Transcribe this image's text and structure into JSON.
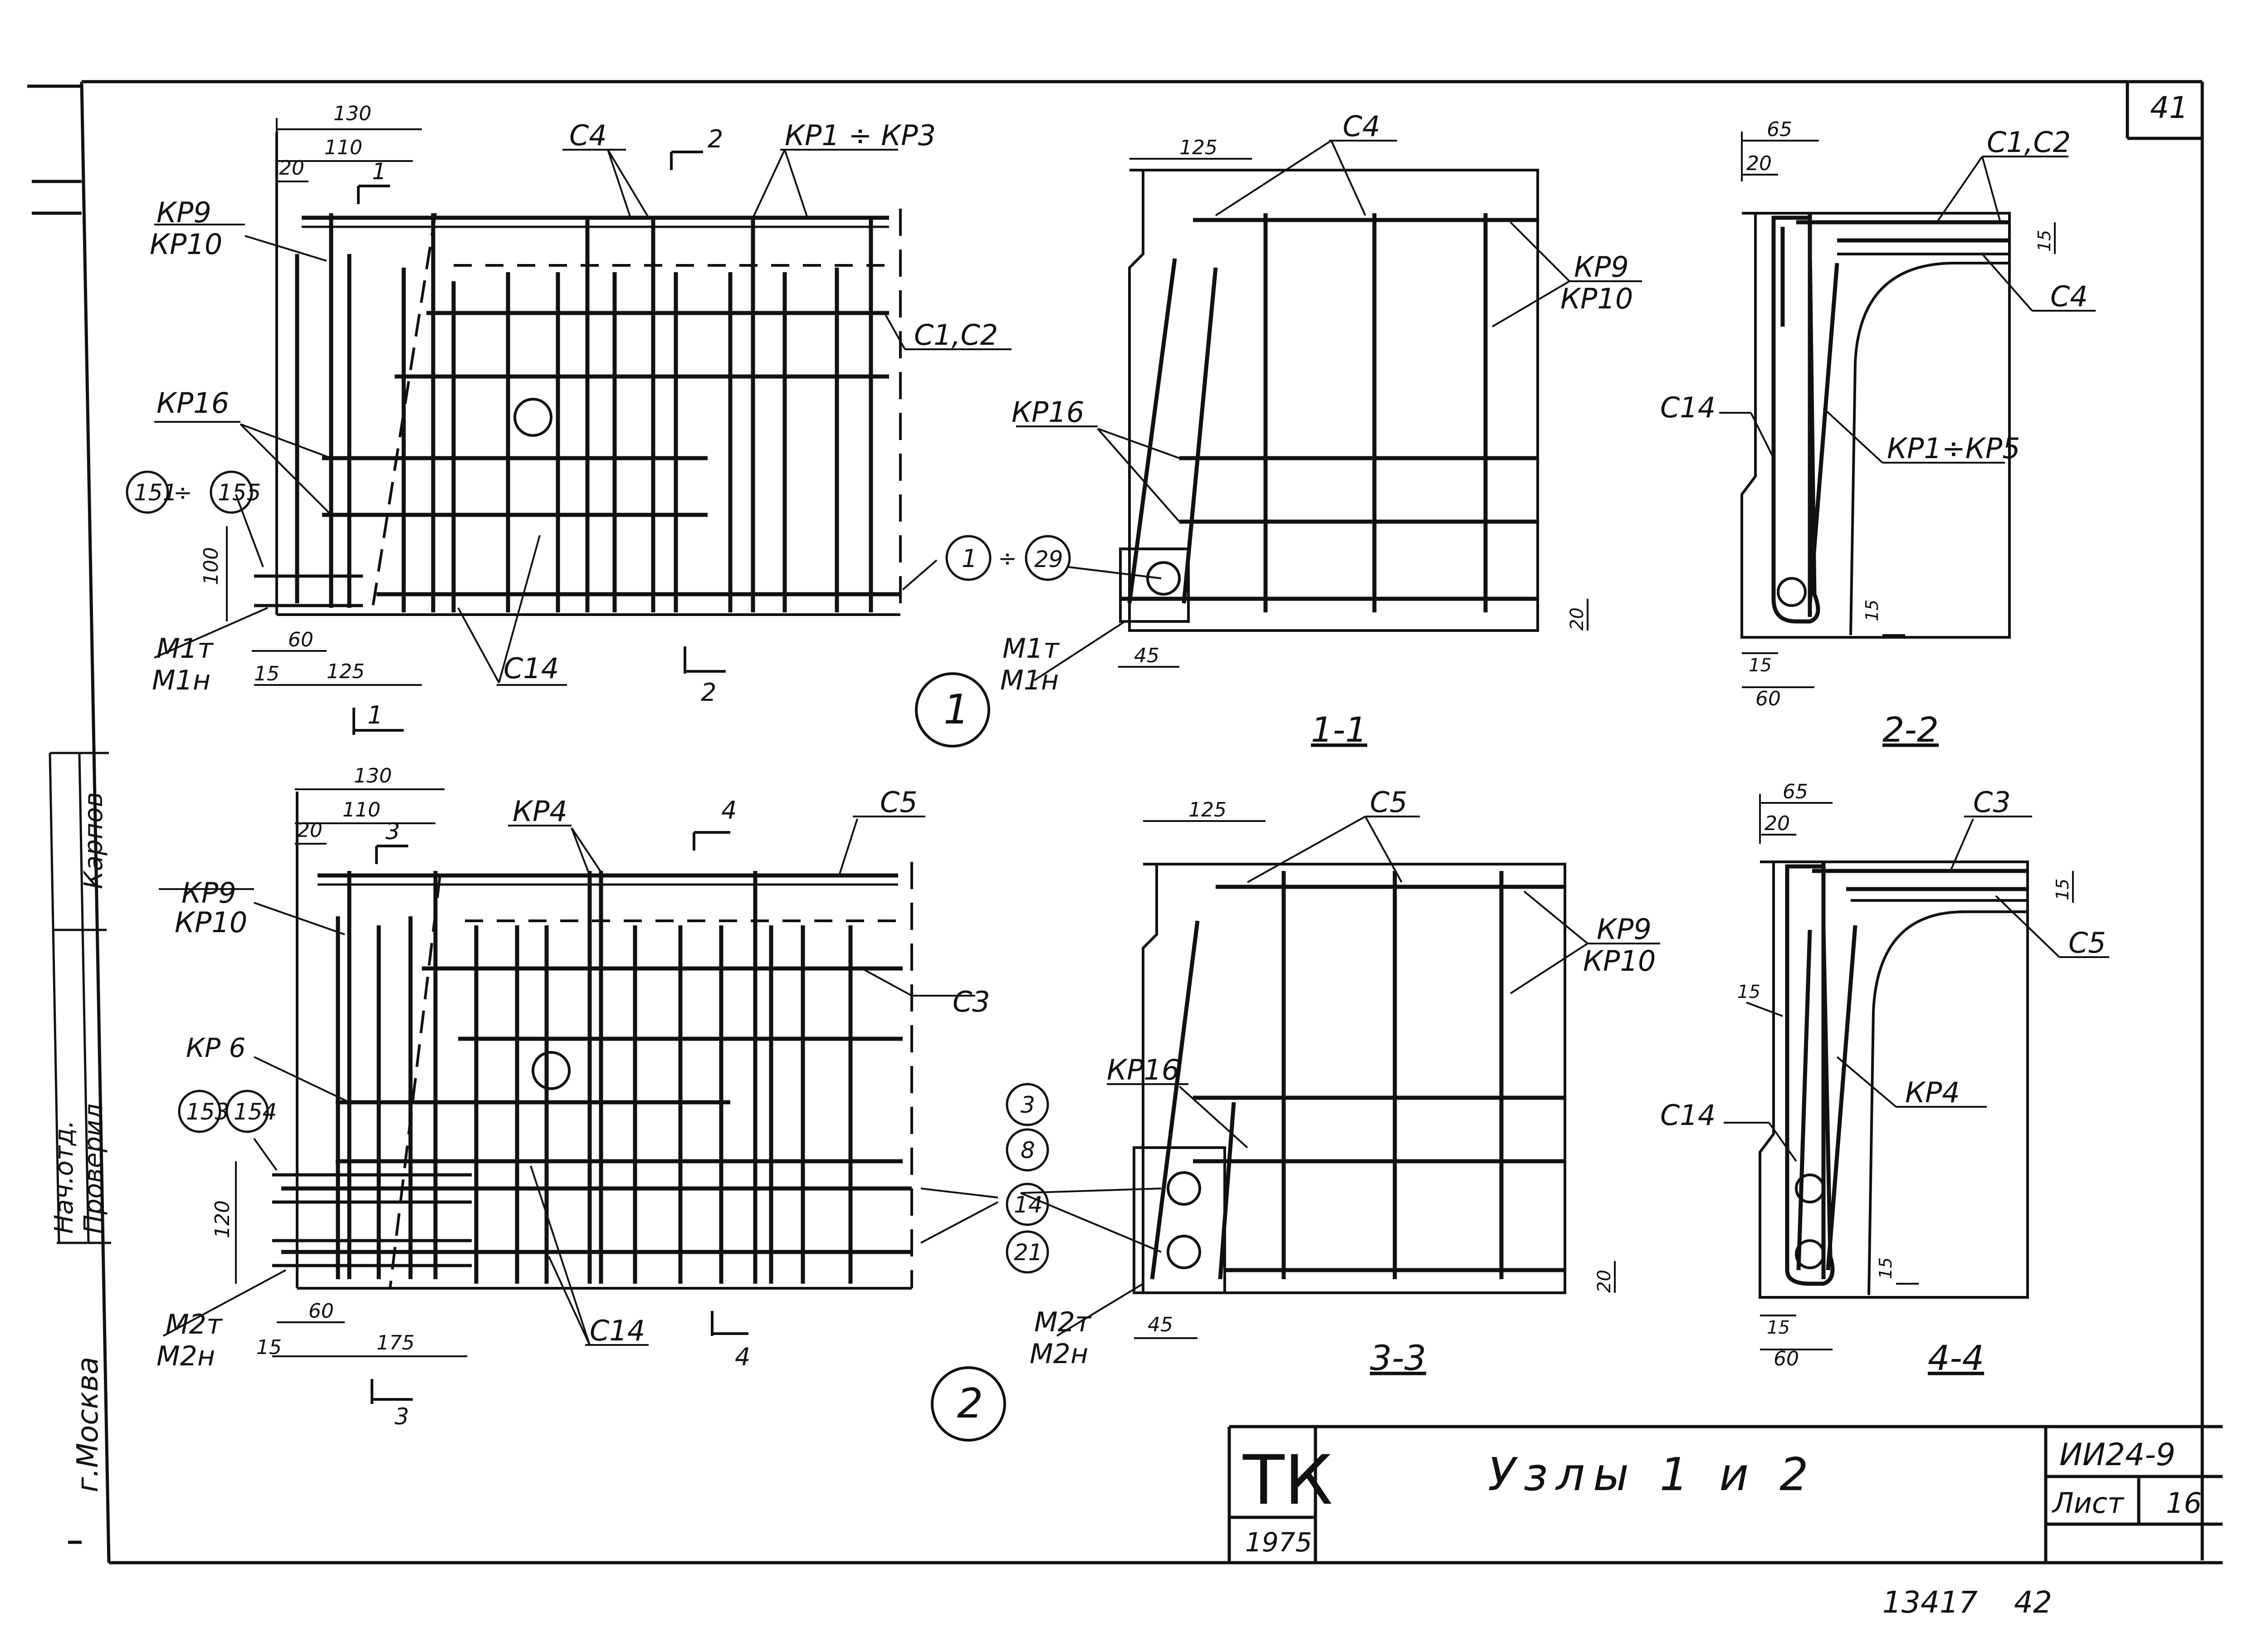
{
  "sheet": {
    "corner_number": "41",
    "stamp": {
      "tk": "ТК",
      "year": "1975"
    },
    "title": "Узлы 1 и 2",
    "code": "ИИ24-9",
    "sheet_label": "Лист",
    "sheet_number": "16",
    "archive_number": "13417",
    "archive_page": "42",
    "city": "г.Москва",
    "left_block": [
      "Проверил",
      "Нач.отд.",
      "Карпов"
    ]
  },
  "node1": {
    "node_number": "1",
    "dims": {
      "d130": "130",
      "d110": "110",
      "d20": "20",
      "d100": "100",
      "d60": "60",
      "d125": "125",
      "d15": "15"
    },
    "labels": {
      "kp9": "КР9",
      "kp10": "КР10",
      "c4": "С4",
      "kp1kp3": "КР1 ÷ КР3",
      "c1c2": "С1,С2",
      "kp16": "КР16",
      "c14": "С14",
      "m1t": "М1т",
      "m1n": "М1н"
    },
    "circles": [
      "151",
      "155",
      "1",
      "29"
    ],
    "cuts": {
      "c1": "1",
      "c2": "2"
    }
  },
  "section11": {
    "title": "1-1",
    "dims": {
      "d125": "125",
      "d45": "45",
      "d20": "20"
    },
    "labels": {
      "c4": "С4",
      "kp9": "КР9",
      "kp10": "КР10",
      "kp16": "КР16",
      "m1t": "М1т",
      "m1n": "М1н"
    }
  },
  "section22": {
    "title": "2-2",
    "dims": {
      "d65": "65",
      "d20": "20",
      "d15a": "15",
      "d15b": "15",
      "d15c": "15",
      "d60": "60"
    },
    "labels": {
      "c1c2": "С1,С2",
      "c4": "С4",
      "c14": "С14",
      "kp1kp5": "КР1÷КР5"
    }
  },
  "node2": {
    "node_number": "2",
    "dims": {
      "d130": "130",
      "d110": "110",
      "d20": "20",
      "d120": "120",
      "d60": "60",
      "d175": "175",
      "d15": "15"
    },
    "labels": {
      "kp4": "КР4",
      "c5": "С5",
      "kp9": "КР9",
      "kp10": "КР10",
      "c3": "С3",
      "kp16": "КР 6",
      "c14": "С14",
      "m2t": "М2т",
      "m2n": "М2н"
    },
    "circles": [
      "153",
      "154"
    ],
    "cuts": {
      "c3": "3",
      "c4": "4"
    }
  },
  "section33": {
    "title": "3-3",
    "dims": {
      "d125": "125",
      "d45": "45",
      "d20": "20"
    },
    "labels": {
      "c5": "С5",
      "kp9": "КР9",
      "kp10": "КР10",
      "kp16": "КР16",
      "m2t": "М2т",
      "m2n": "М2н"
    },
    "circles": [
      "3",
      "8",
      "14",
      "21"
    ]
  },
  "section44": {
    "title": "4-4",
    "dims": {
      "d65": "65",
      "d20": "20",
      "d15a": "15",
      "d15b": "15",
      "d15c": "15",
      "d15d": "15",
      "d60": "60"
    },
    "labels": {
      "c3": "С3",
      "c5": "С5",
      "c14": "С14",
      "kp4": "КР4"
    }
  }
}
